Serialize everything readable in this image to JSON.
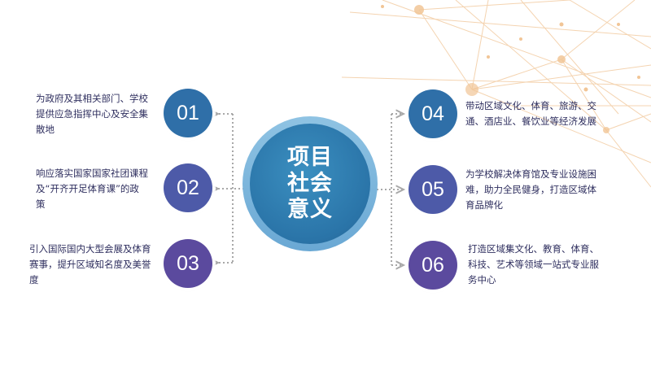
{
  "center": {
    "lines": [
      "项目",
      "社会",
      "意义"
    ]
  },
  "colors": {
    "node_blue": "#2f6fa8",
    "node_indigo": "#4d5aa8",
    "node_purple": "#5b4a9e",
    "center": "#2a74a8",
    "ring": "#8fc3e3",
    "connector": "#a8a8a8",
    "network": "#f0c59a",
    "text": "#2f2f5f"
  },
  "items": [
    {
      "num": "01",
      "lines": [
        "为政府及其相关部门、学校",
        "提供应急指挥中心及安全集",
        "散地"
      ]
    },
    {
      "num": "02",
      "lines": [
        "响应落实国家国家社团课程",
        "及“开齐开足体育课”的政",
        "策"
      ]
    },
    {
      "num": "03",
      "lines": [
        "引入国际国内大型会展及体育",
        "赛事，提升区域知名度及美誉",
        "度"
      ]
    },
    {
      "num": "04",
      "lines": [
        "带动区域文化、体育、旅游、交",
        "通、酒店业、餐饮业等经济发展"
      ]
    },
    {
      "num": "05",
      "lines": [
        "为学校解决体育馆及专业设施困",
        "难，助力全民健身，打造区域体",
        "育品牌化"
      ]
    },
    {
      "num": "06",
      "lines": [
        "打造区域集文化、教育、体育、",
        "科技、艺术等领域一站式专业服",
        "务中心"
      ]
    }
  ]
}
